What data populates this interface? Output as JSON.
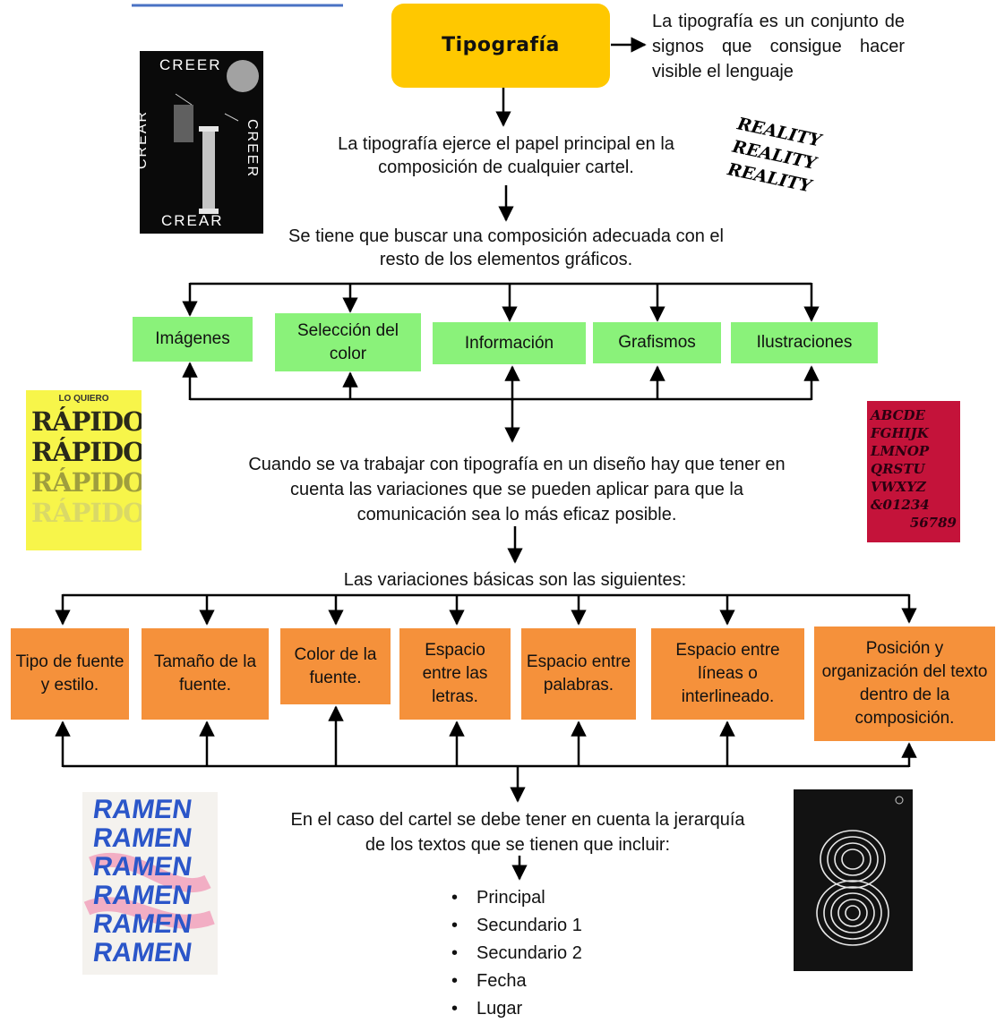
{
  "title": "Tipografía",
  "definition": "La tipografía es un conjunto de signos que consigue hacer visible el lenguaje",
  "statement1": "La tipografía ejerce el papel principal en la composición de cualquier cartel.",
  "statement2": "Se tiene que buscar una composición adecuada con el resto de los elementos gráficos.",
  "elements": [
    "Imágenes",
    "Selección del color",
    "Información",
    "Grafismos",
    "Ilustraciones"
  ],
  "statement3": "Cuando se va trabajar con tipografía en un diseño hay que tener en cuenta las variaciones que se pueden aplicar para que la comunicación sea lo más eficaz posible.",
  "variations_intro": "Las variaciones básicas son las siguientes:",
  "variations": [
    "Tipo de fuente y estilo.",
    "Tamaño de la fuente.",
    "Color de la fuente.",
    "Espacio entre las letras.",
    "Espacio entre palabras.",
    "Espacio entre líneas o interlineado.",
    "Posición y organización del texto dentro de la composición."
  ],
  "statement4": "En el caso del cartel se debe tener en cuenta la jerarquía de los textos que se tienen que incluir:",
  "hierarchy": [
    "Principal",
    "Secundario 1",
    "Secundario 2",
    "Fecha",
    "Lugar"
  ],
  "posters": {
    "creer": "CREER",
    "crear": "CREAR",
    "reality": "REALITY",
    "lo_quiero": "LO QUIERO",
    "rapido": "RÁPIDO",
    "blackletter": [
      "ABCDE",
      "FGHIJK",
      "LMNOP",
      "QRSTU",
      "VWXYZ",
      "&01234",
      "56789"
    ],
    "ramen": "RAMEN"
  },
  "colors": {
    "title_bg": "#ffc800",
    "green_box": "#8af27a",
    "orange_box": "#f5913b",
    "top_line": "#4a72c4"
  },
  "icons": [
    "fingerprint-8-icon"
  ]
}
